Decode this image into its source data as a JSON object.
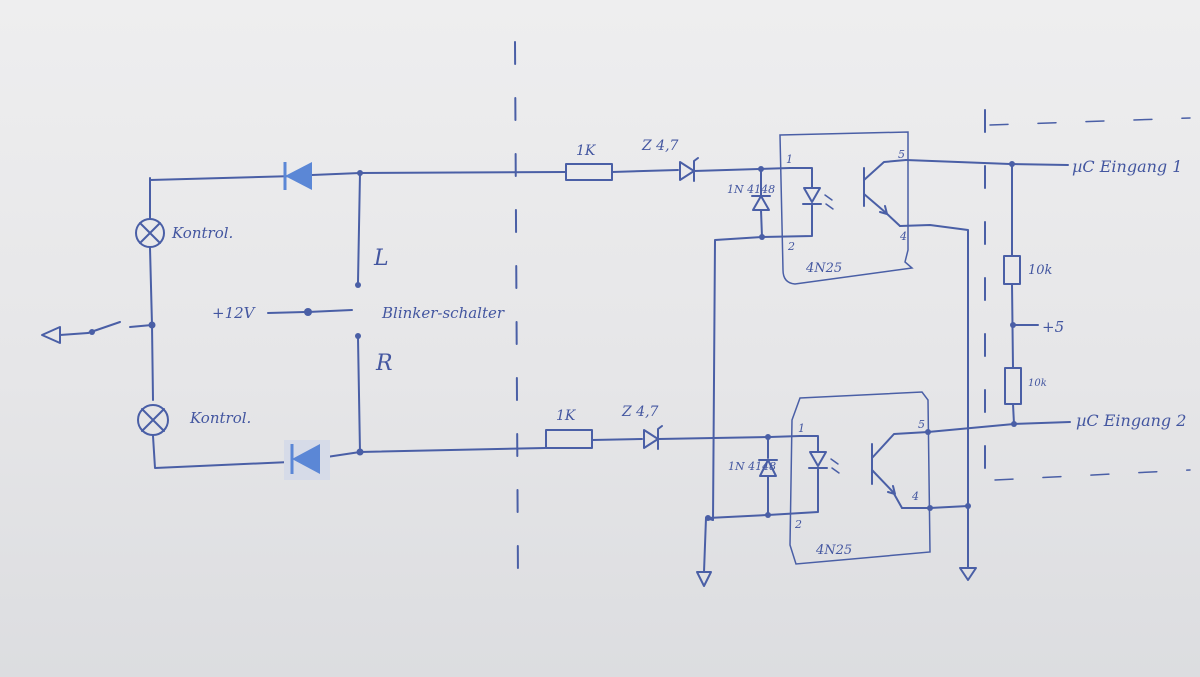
{
  "labels": {
    "lamp_top": "Kontrol.",
    "lamp_bottom": "Kontrol.",
    "switch_l": "L",
    "switch_r": "R",
    "supply": "+12V",
    "switch_name": "Blinker-schalter",
    "r1_top": "1K",
    "z_top": "Z 4,7",
    "r1_bottom": "1K",
    "z_bottom": "Z 4,7",
    "diode_top": "1N 4148",
    "diode_bottom": "1N 4148",
    "opto_top": "4N25",
    "opto_bottom": "4N25",
    "r_pull_top": "10k",
    "r_pull_bottom": "10k",
    "rail": "+5",
    "out_top": "µC Eingang 1",
    "out_bottom": "µC Eingang 2",
    "pin1": "1",
    "pin2": "2",
    "pin4": "4",
    "pin5": "5"
  },
  "colors": {
    "ink": "#4a5fa6",
    "highlight": "#5b87d6"
  },
  "icons": [
    "lamp-icon",
    "diode-icon",
    "resistor-icon",
    "zener-icon",
    "led-icon",
    "phototransistor-icon",
    "ground-icon"
  ]
}
